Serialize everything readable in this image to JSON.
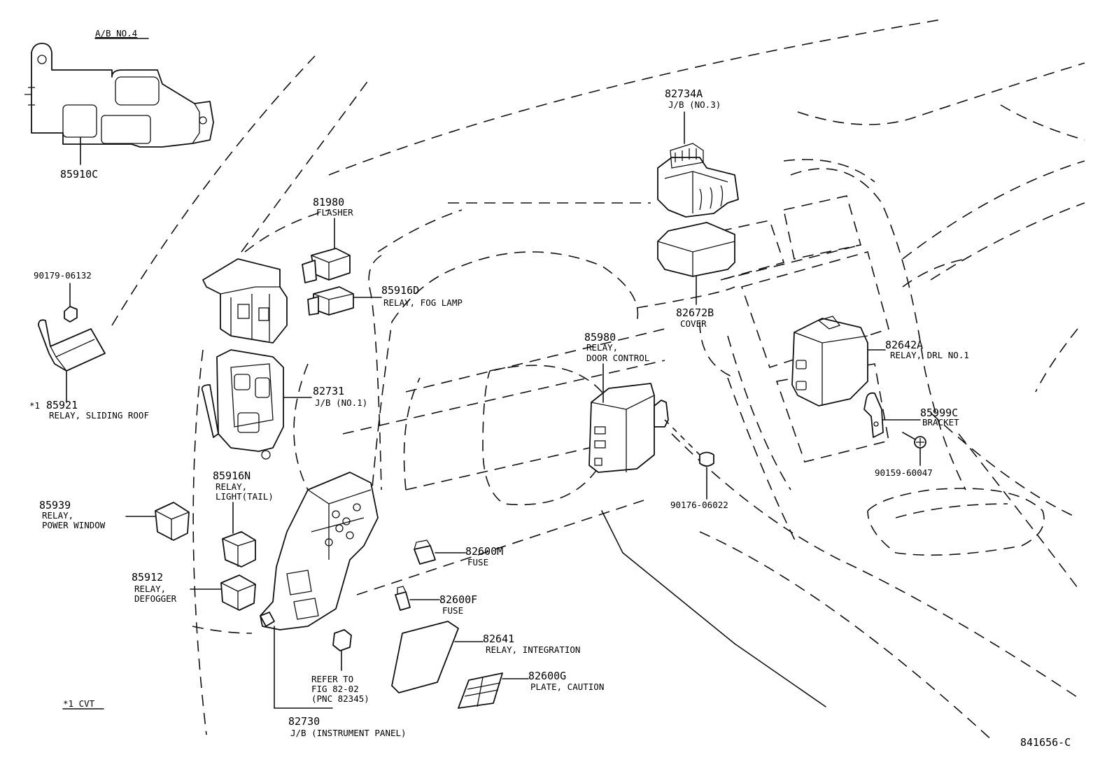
{
  "header": {
    "ab_label": "A/B NO.4"
  },
  "footnote": "*1 CVT",
  "figure_code": "841656-C",
  "parts": {
    "p85910c": {
      "number": "85910C",
      "name": ""
    },
    "p81980": {
      "number": "81980",
      "name": "FLASHER"
    },
    "p90179": {
      "number": "90179-06132",
      "name": ""
    },
    "p85916d": {
      "number": "85916D",
      "name": "RELAY, FOG LAMP"
    },
    "p82731": {
      "number": "82731",
      "name": "J/B (NO.1)"
    },
    "p85921": {
      "prefix": "*1",
      "number": "85921",
      "name": "RELAY, SLIDING ROOF"
    },
    "p85916n": {
      "number": "85916N",
      "name_line1": "RELAY,",
      "name_line2": "LIGHT(TAIL)"
    },
    "p85939": {
      "number": "85939",
      "name_line1": "RELAY,",
      "name_line2": "POWER WINDOW"
    },
    "p85912": {
      "number": "85912",
      "name_line1": "RELAY,",
      "name_line2": "DEFOGGER"
    },
    "p82600m": {
      "number": "82600M",
      "name": "FUSE"
    },
    "p82600f": {
      "number": "82600F",
      "name": "FUSE"
    },
    "p82641": {
      "number": "82641",
      "name": "RELAY, INTEGRATION"
    },
    "p82600g": {
      "number": "82600G",
      "name": "PLATE, CAUTION"
    },
    "p82730": {
      "number": "82730",
      "name": "J/B (INSTRUMENT PANEL)"
    },
    "refer": {
      "line1": "REFER TO",
      "line2": "FIG 82-02",
      "line3": "(PNC 82345)"
    },
    "p82734a": {
      "number": "82734A",
      "name": "J/B (NO.3)"
    },
    "p82672b": {
      "number": "82672B",
      "name": "COVER"
    },
    "p85980": {
      "number": "85980",
      "name_line1": "RELAY,",
      "name_line2": "DOOR CONTROL"
    },
    "p82642a": {
      "number": "82642A",
      "name": "RELAY, DRL NO.1"
    },
    "p85999c": {
      "number": "85999C",
      "name": "BRACKET"
    },
    "p90159": {
      "number": "90159-60047"
    },
    "p90176": {
      "number": "90176-06022"
    }
  }
}
